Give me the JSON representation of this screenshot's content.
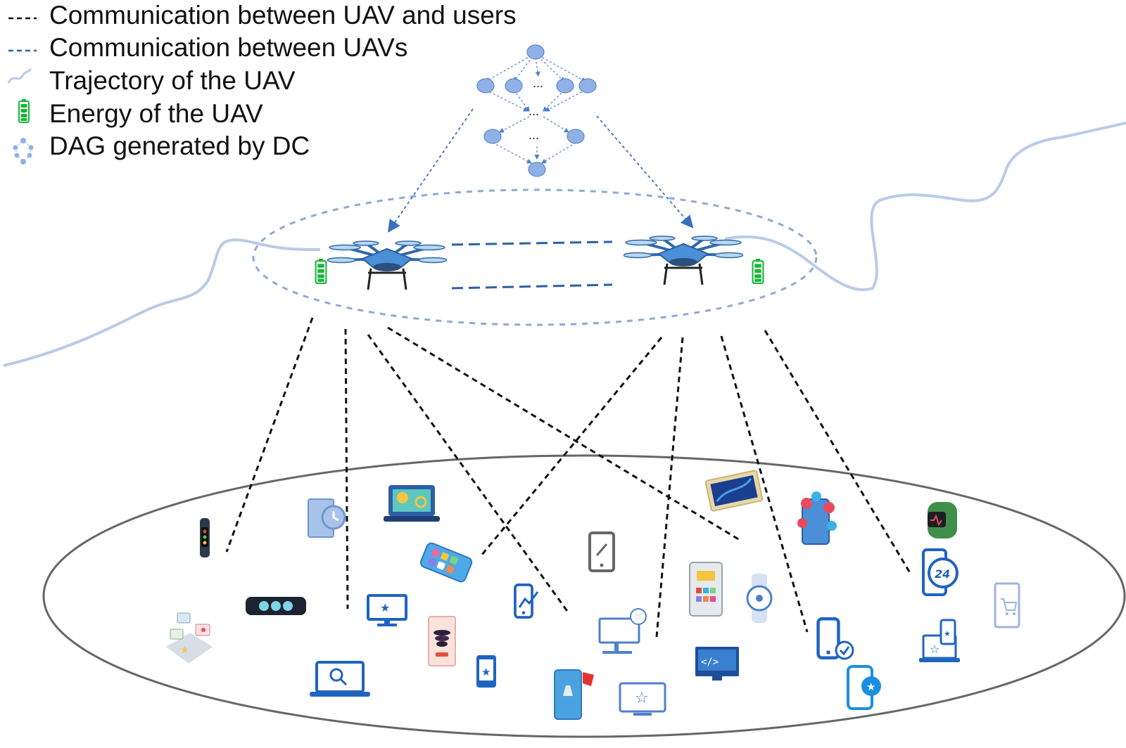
{
  "legend": {
    "items": [
      {
        "label": "Communication between UAV and users",
        "icon": "black-dashed-line-icon"
      },
      {
        "label": "Communication between UAVs",
        "icon": "blue-dashed-line-icon"
      },
      {
        "label": "Trajectory of the UAV",
        "icon": "trajectory-curve-icon"
      },
      {
        "label": "Energy of the UAV",
        "icon": "battery-icon"
      },
      {
        "label": "DAG generated by DC",
        "icon": "dag-icon"
      }
    ]
  },
  "dag": {
    "ellipsis": "..."
  },
  "colors": {
    "user_link": "#111111",
    "uav_link": "#2f5ea8",
    "trajectory": "#b9cbe6",
    "battery": "#19b53a",
    "dag_node": "#8fb1e8",
    "uav_body": "#4a8fd8",
    "user_area": "#666666"
  },
  "user_devices": [
    "fitness-band-icon",
    "tablet-clock-icon",
    "laptop-gear-icon",
    "smartphone-apps-icon",
    "smartwatch-band-icon",
    "social-apps-icon",
    "monitor-star-icon",
    "laptop-search-icon",
    "phone-spiral-icon",
    "phone-star-icon",
    "phone-chart-icon",
    "phone-link-icon",
    "kiosk-screen-icon",
    "monitor-heart-icon",
    "phone-trophy-icon",
    "monitor-star-outline-icon",
    "tablet-house-icon",
    "watch-compass-icon",
    "monitor-code-icon",
    "tablet-landscape-icon",
    "phone-hearts-icon",
    "phone-check-icon",
    "phone-star-badge-icon",
    "watch-green-icon",
    "phone-24h-icon",
    "phone-cart-icon",
    "laptop-phone-star-icon"
  ]
}
